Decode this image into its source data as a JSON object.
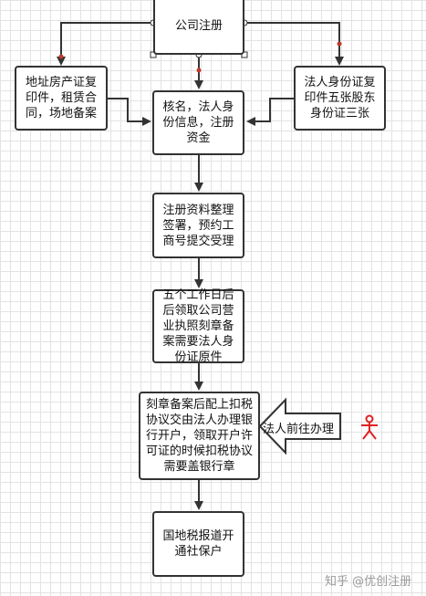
{
  "nodes": {
    "company_registration": "公司注册",
    "address_docs": "地址房产证复印件，租赁合同，场地备案",
    "legal_rep_id": "法人身份证复印件五张股东身份证三张",
    "name_check": "核名，法人身份信息，注册资金",
    "submit_docs": "注册资料整理签署，预约工商号提交受理",
    "license_pickup": "五个工作日后后领取公司营业执照刻章备案需要法人身份证原件",
    "bank_account": "刻章备案后配上扣税协议交由法人办理银行开户，领取开户许可证的时候扣税协议需要盖银行章",
    "tax_social": "国地税报道开通社保户"
  },
  "arrow_label": "法人前往办理",
  "actor_icon": "stick-figure-person-icon",
  "watermark": "知乎 @优创注册",
  "colors": {
    "line": "#333333",
    "actor": "#e02020",
    "grid": "#e3e3e3",
    "handle": "#c0392b"
  }
}
